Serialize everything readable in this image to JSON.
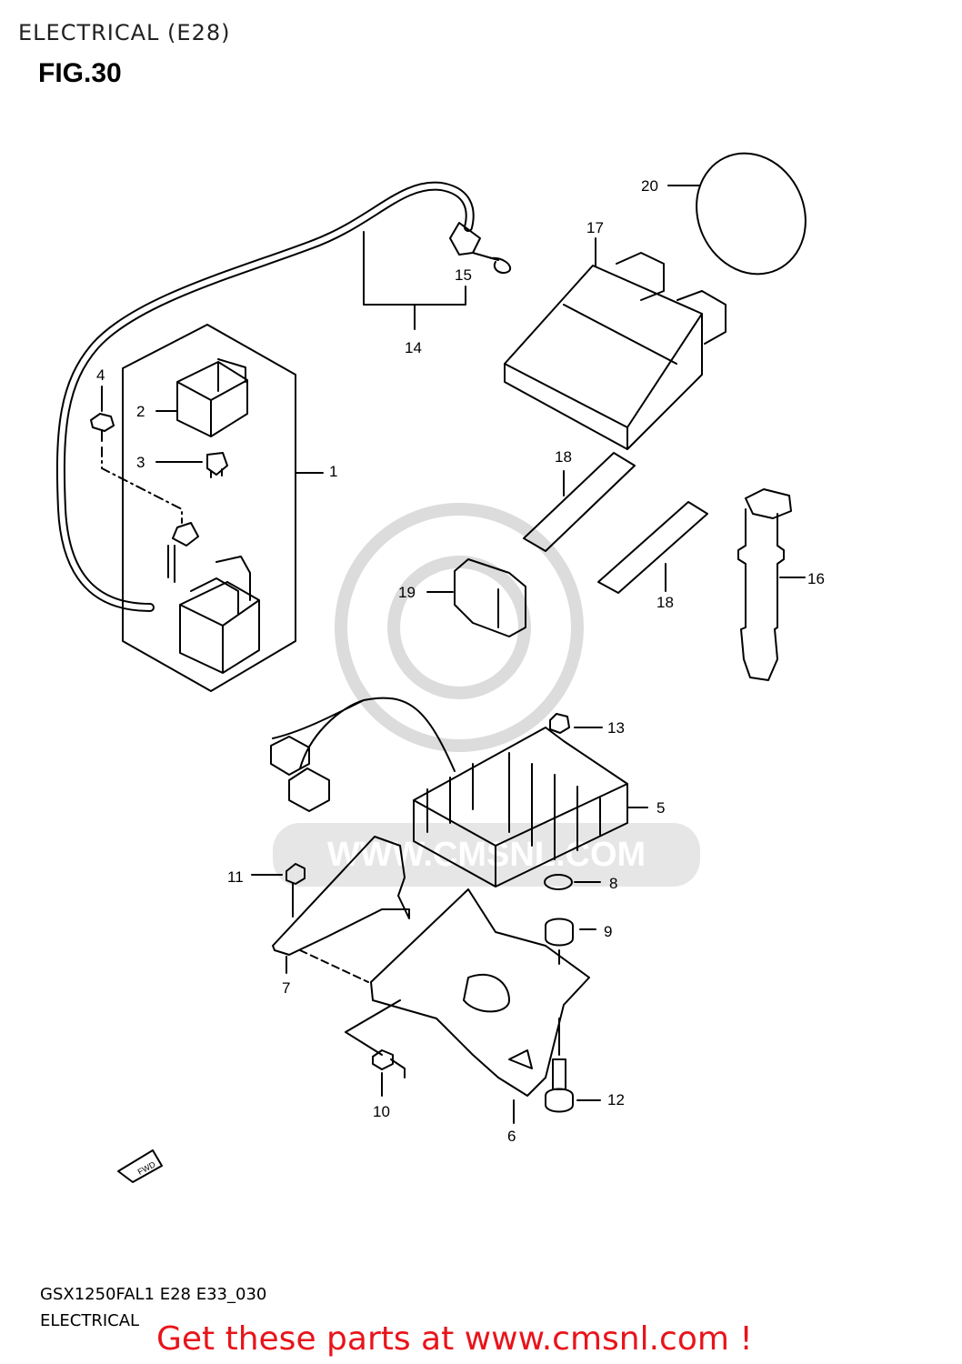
{
  "header": {
    "title": "ELECTRICAL (E28)",
    "figure": "FIG.30"
  },
  "callouts": [
    "1",
    "2",
    "3",
    "4",
    "5",
    "6",
    "7",
    "8",
    "9",
    "10",
    "11",
    "12",
    "13",
    "14",
    "15",
    "16",
    "17",
    "18",
    "18",
    "19",
    "20"
  ],
  "watermark": "WWW.CMSNL.COM",
  "fwd_label": "FWD",
  "footer": {
    "model": "GSX1250FAL1 E28 E33_030",
    "section": "ELECTRICAL",
    "promo": "Get these parts at www.cmsnl.com !"
  },
  "colors": {
    "line": "#000000",
    "watermark": "#d8d8d8",
    "promo": "#e8141b"
  }
}
